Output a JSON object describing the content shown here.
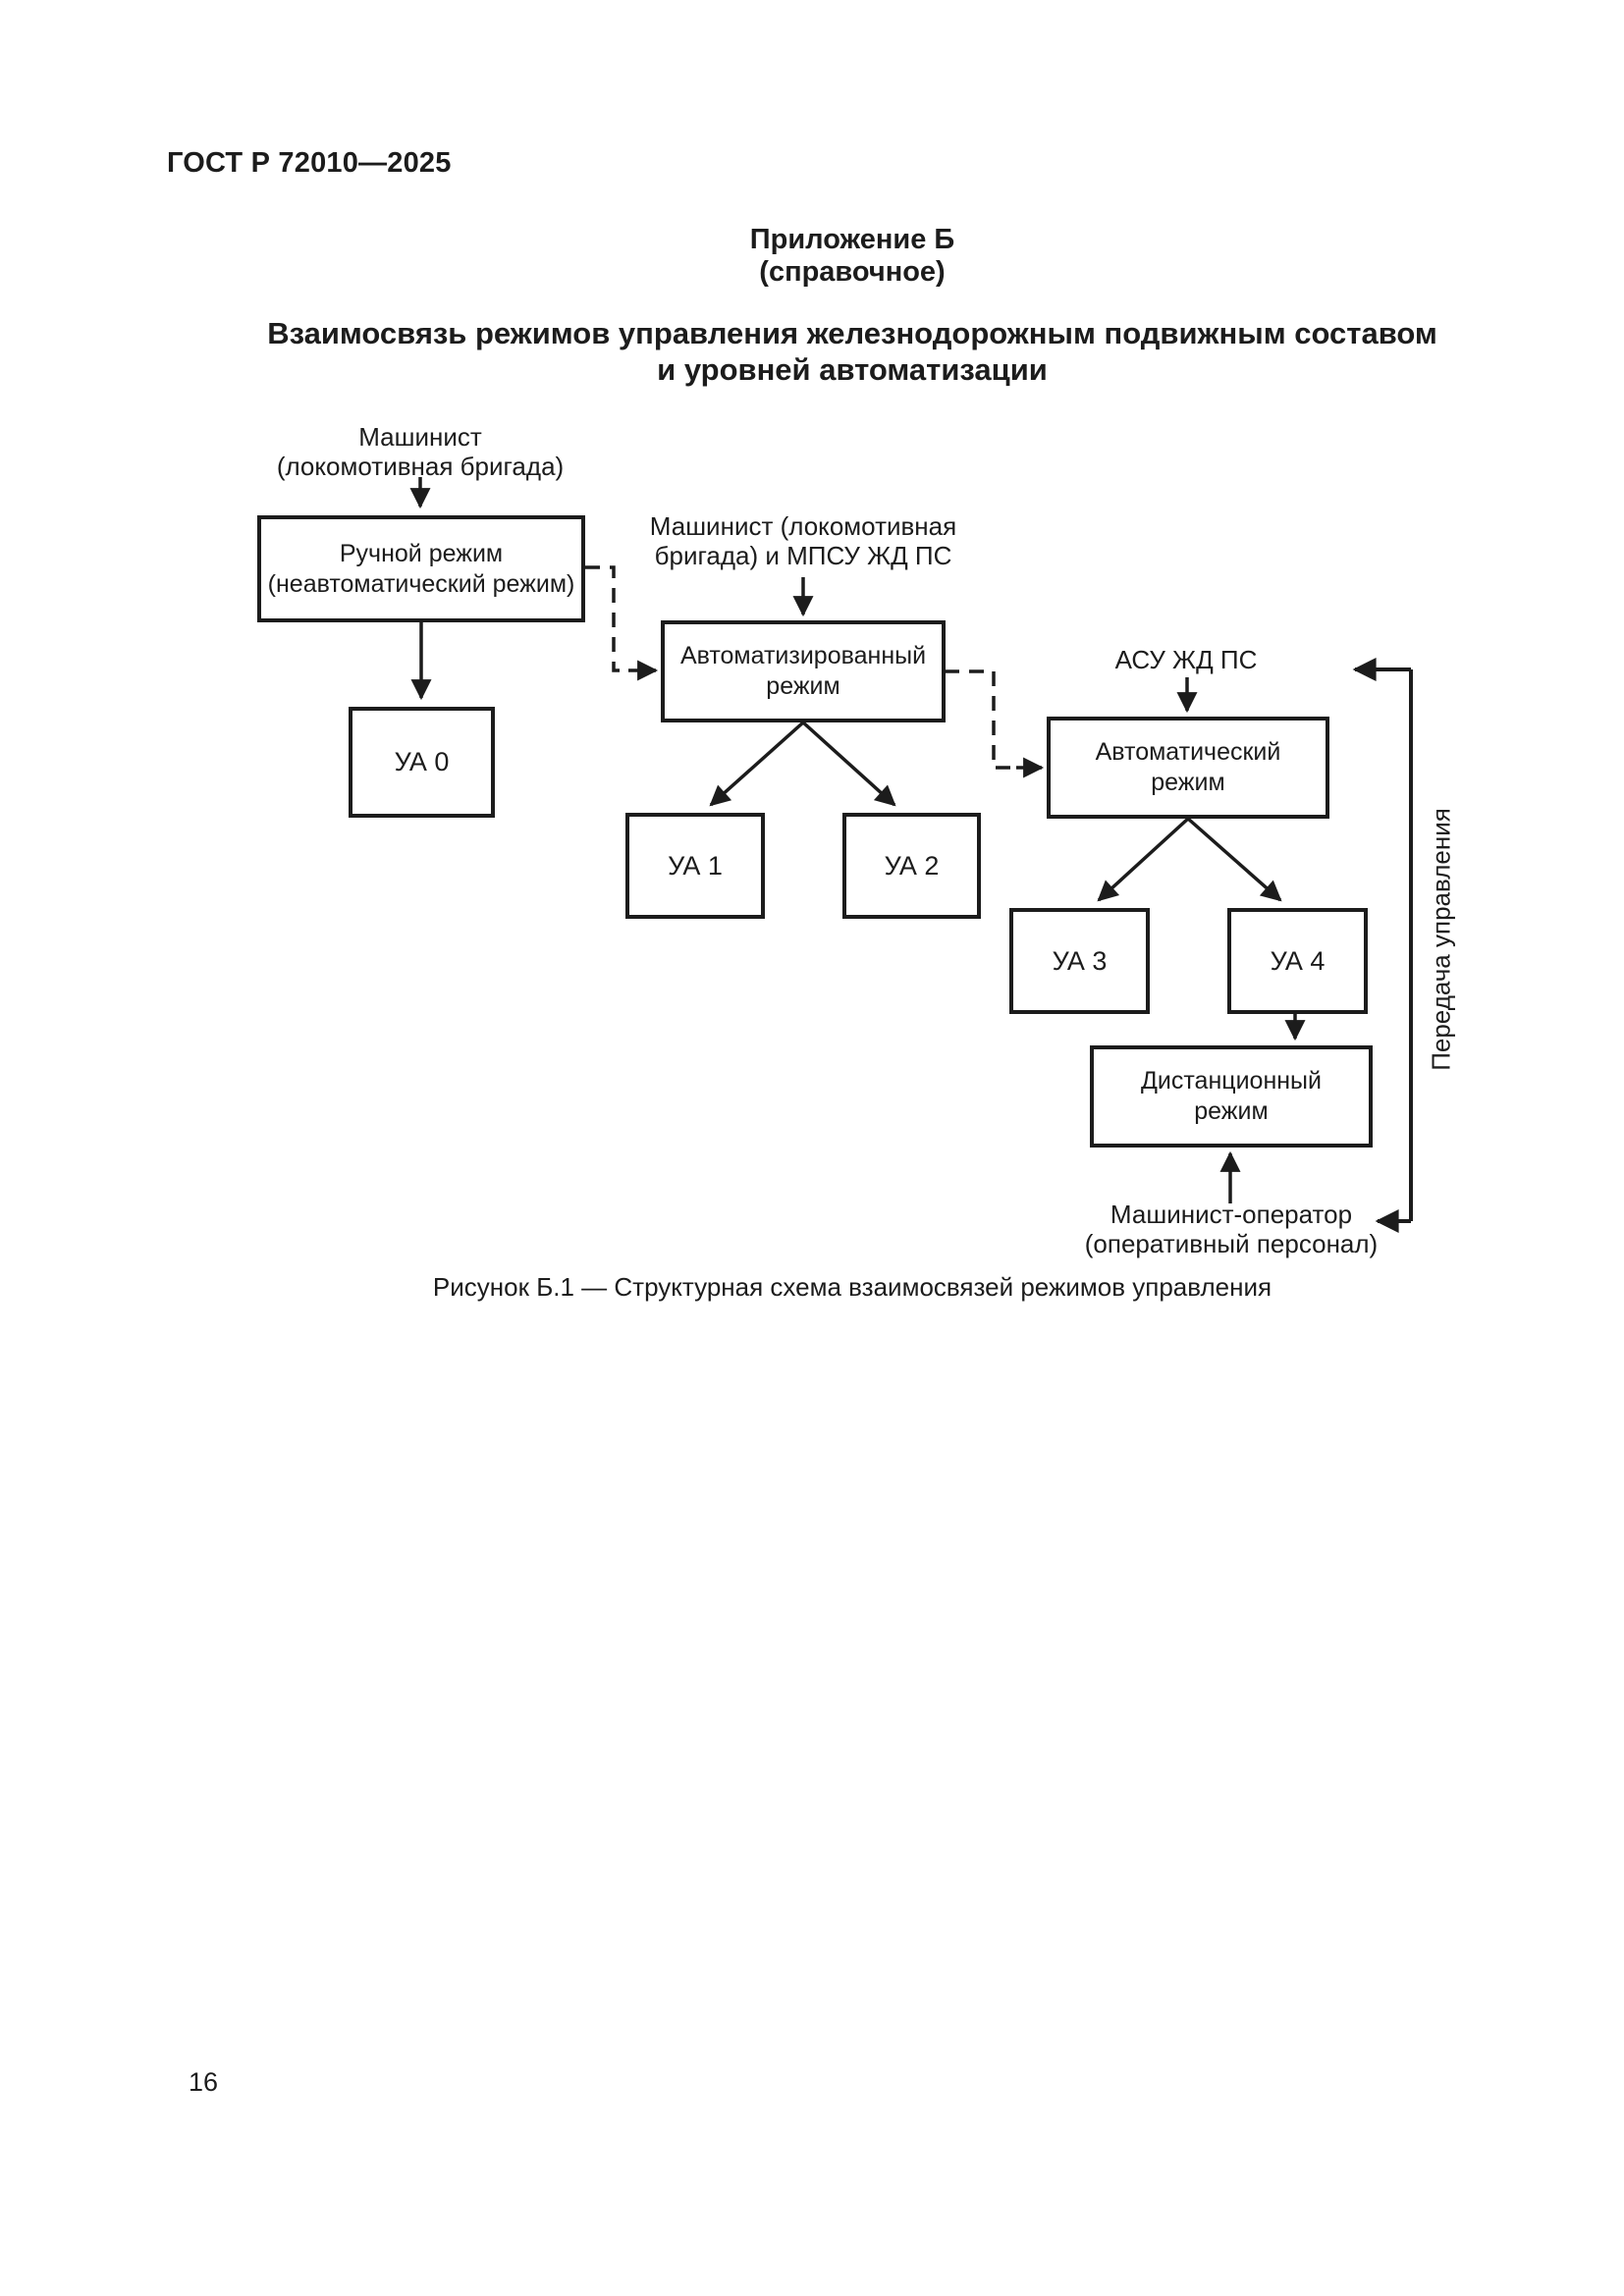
{
  "page": {
    "header": "ГОСТ Р 72010—2025",
    "appendix_title": "Приложение Б",
    "appendix_note": "(справочное)",
    "title_line1": "Взаимосвязь режимов управления железнодорожным подвижным составом",
    "title_line2": "и уровней автоматизации",
    "caption": "Рисунок Б.1 — Структурная схема взаимосвязей режимов управления",
    "page_number": "16"
  },
  "diagram": {
    "labels": {
      "driver1": "Машинист\n(локомотивная бригада)",
      "driver2": "Машинист (локомотивная\nбригада) и МПСУ ЖД ПС",
      "asu": "АСУ ЖД ПС",
      "operator": "Машинист-оператор\n(оперативный персонал)",
      "transfer": "Передача управления"
    },
    "boxes": {
      "manual": "Ручной режим\n(неавтоматический режим)",
      "automated": "Автоматизированный\nрежим",
      "automatic": "Автоматический\nрежим",
      "remote": "Дистанционный\nрежим",
      "ua0": "УА 0",
      "ua1": "УА 1",
      "ua2": "УА 2",
      "ua3": "УА 3",
      "ua4": "УА 4"
    },
    "colors": {
      "line": "#1c1c1c",
      "text": "#1c1c1c",
      "background": "#ffffff"
    }
  }
}
